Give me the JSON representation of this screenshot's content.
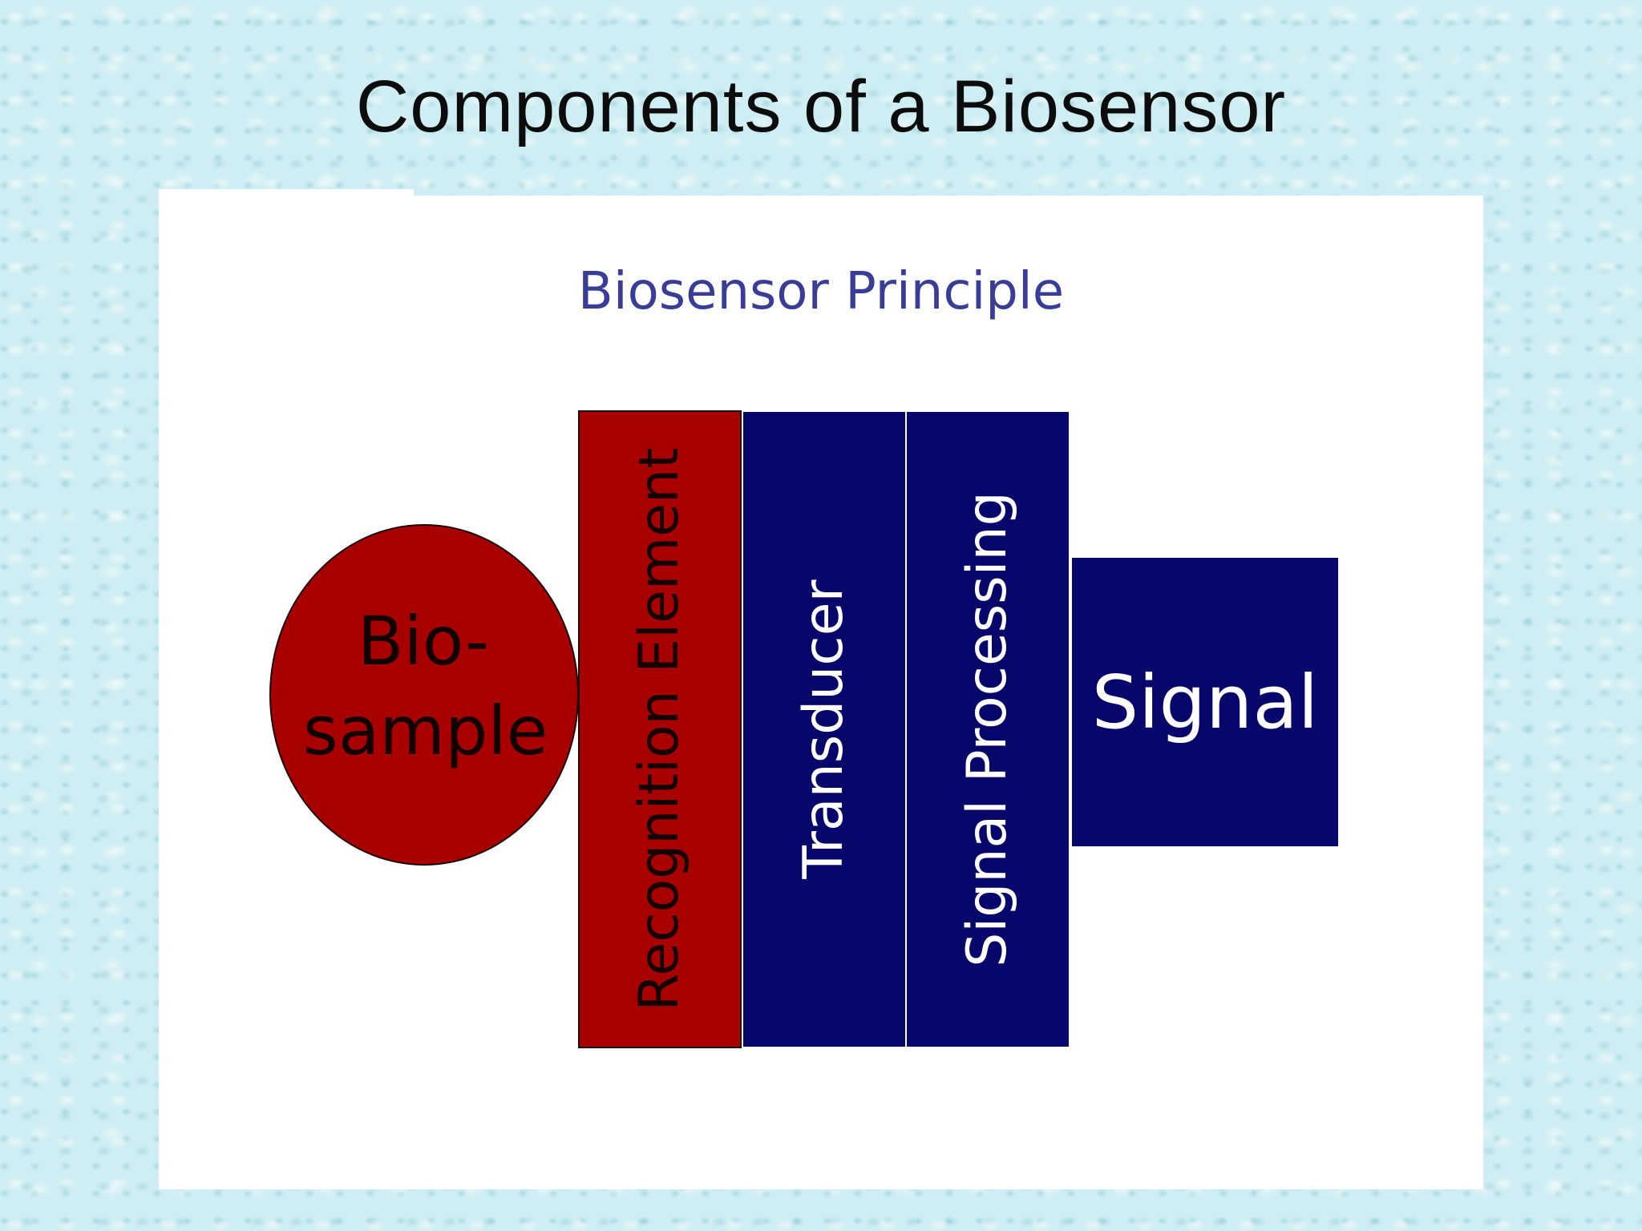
{
  "slide": {
    "title": "Components of a Biosensor"
  },
  "diagram": {
    "title": "Biosensor Principle",
    "sample": {
      "label": "Bio-\nsample",
      "color": "#a80000"
    },
    "components": [
      {
        "label": "Recognition Element",
        "color": "#a80000"
      },
      {
        "label": "Transducer",
        "color": "#06066b"
      },
      {
        "label": "Signal Processing",
        "color": "#06066b"
      }
    ],
    "output": {
      "label": "Signal",
      "color": "#06066b"
    }
  },
  "colors": {
    "background": "#cfeef3",
    "panel": "#ffffff",
    "diagram_title": "#3a3d98"
  }
}
